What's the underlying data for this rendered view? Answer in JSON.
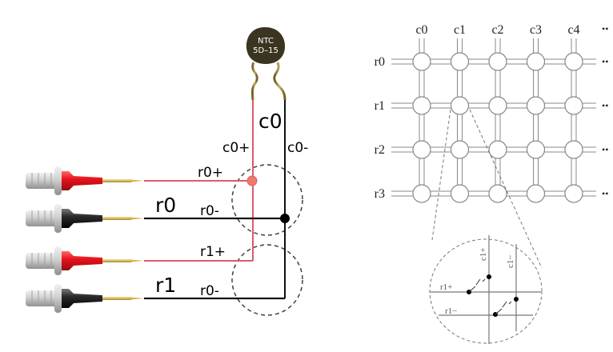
{
  "left_diagram": {
    "thermistor": {
      "line1": "NTC",
      "line2": "5D–15",
      "body_color": "#3b3421",
      "lead_color": "#9c8a4a"
    },
    "column_label": "c0",
    "column_plus_label": "c0+",
    "column_minus_label": "c0-",
    "rows": [
      {
        "row_label": "r0",
        "plus_label": "r0+",
        "minus_label": "r0-"
      },
      {
        "row_label": "r1",
        "plus_label": "r1+",
        "minus_label": "r0-"
      }
    ],
    "colors": {
      "positive_wire": "#e05a6e",
      "negative_wire": "#111111",
      "probe_red": "#e8141e",
      "probe_black": "#222222",
      "probe_grip": "#c8c8c8",
      "probe_tip": "#d4b94a",
      "junction_plus": "#ef7a6a",
      "junction_minus": "#000000"
    }
  },
  "right_diagram": {
    "column_labels": [
      "c0",
      "c1",
      "c2",
      "c3",
      "c4"
    ],
    "row_labels": [
      "r0",
      "r1",
      "r2",
      "r3"
    ],
    "continuation_glyph": "••",
    "detail": {
      "row_plus_label": "r1+",
      "row_minus_label": "r1−",
      "col_plus_label": "c1+",
      "col_minus_label": "c1−"
    }
  }
}
